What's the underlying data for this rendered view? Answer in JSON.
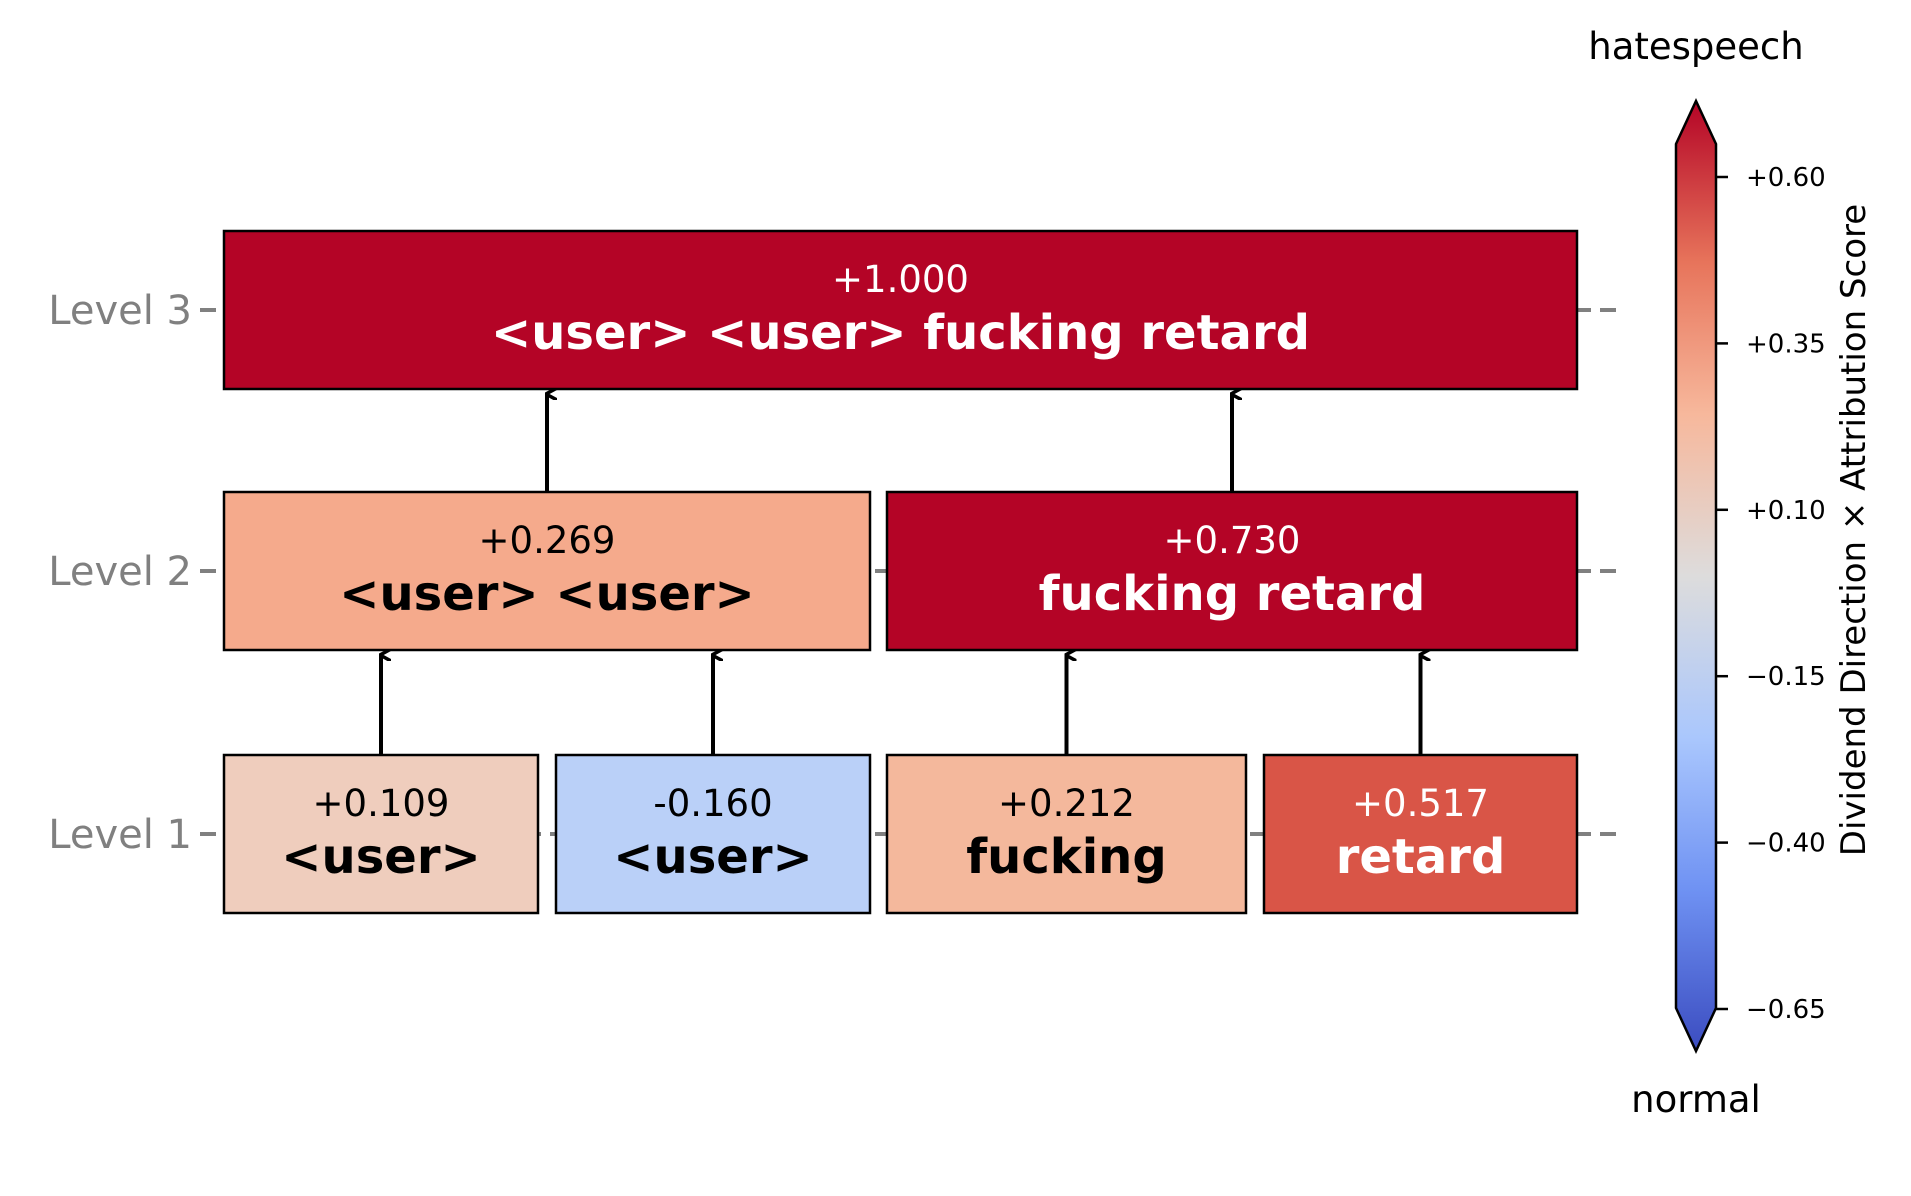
{
  "levels": [
    {
      "label": "Level 1"
    },
    {
      "label": "Level 2"
    },
    {
      "label": "Level 3"
    }
  ],
  "nodes": [
    {
      "id": "l1-n1",
      "level": 1,
      "score": "+0.109",
      "text": "<user>",
      "fill": "#efcdbd",
      "text_color": "#000000"
    },
    {
      "id": "l1-n2",
      "level": 1,
      "score": "-0.160",
      "text": "<user>",
      "fill": "#bad0f8",
      "text_color": "#000000"
    },
    {
      "id": "l1-n3",
      "level": 1,
      "score": "+0.212",
      "text": "fucking",
      "fill": "#f4b89c",
      "text_color": "#000000"
    },
    {
      "id": "l1-n4",
      "level": 1,
      "score": "+0.517",
      "text": "retard",
      "fill": "#d95547",
      "text_color": "#ffffff"
    },
    {
      "id": "l2-n1",
      "level": 2,
      "score": "+0.269",
      "text": "<user> <user>",
      "fill": "#f5aa8c",
      "text_color": "#000000"
    },
    {
      "id": "l2-n2",
      "level": 2,
      "score": "+0.730",
      "text": "fucking retard",
      "fill": "#b40426",
      "text_color": "#ffffff"
    },
    {
      "id": "l3-n1",
      "level": 3,
      "score": "+1.000",
      "text": "<user> <user> fucking retard",
      "fill": "#b40426",
      "text_color": "#ffffff"
    }
  ],
  "edges": [
    {
      "from": "l1-n1",
      "to": "l2-n1"
    },
    {
      "from": "l1-n2",
      "to": "l2-n1"
    },
    {
      "from": "l1-n3",
      "to": "l2-n2"
    },
    {
      "from": "l1-n4",
      "to": "l2-n2"
    },
    {
      "from": "l2-n1",
      "to": "l3-n1"
    },
    {
      "from": "l2-n2",
      "to": "l3-n1"
    }
  ],
  "colorbar": {
    "top_label": "hatespeech",
    "bottom_label": "normal",
    "axis_label": "Dividend Direction × Attribution Score",
    "ticks": [
      "+0.60",
      "+0.35",
      "+0.10",
      "−0.15",
      "−0.40",
      "−0.65"
    ],
    "tick_values": [
      0.6,
      0.35,
      0.1,
      -0.15,
      -0.4,
      -0.65
    ],
    "range": [
      -0.65,
      0.65
    ],
    "colormap": [
      "#3b4cc0",
      "#6f92f3",
      "#aac7fd",
      "#dddcdc",
      "#f7b89c",
      "#e7745b",
      "#b40426"
    ]
  }
}
